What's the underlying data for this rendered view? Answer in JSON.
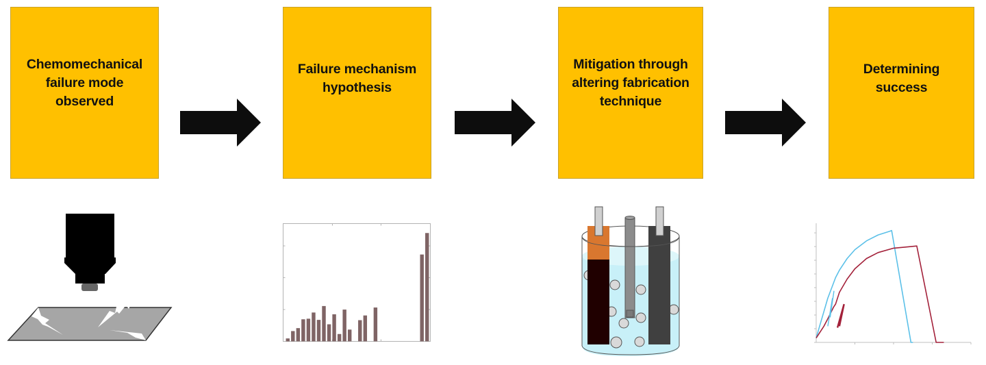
{
  "diagram": {
    "type": "process-flow",
    "steps": [
      {
        "label": "Chemomechanical\nfailure mode\nobserved",
        "illustration": "microscope-cracked-sample-icon"
      },
      {
        "label": "Failure mechanism\nhypothesis",
        "illustration": "bar-chart-icon"
      },
      {
        "label": "Mitigation through\naltering fabrication\ntechnique",
        "illustration": "electrochemical-cell-icon"
      },
      {
        "label": "Determining\nsuccess",
        "illustration": "stress-strain-curve-icon"
      }
    ],
    "connectors": [
      "right-arrow",
      "right-arrow",
      "right-arrow"
    ],
    "colors": {
      "box_fill": "#FFC000",
      "box_border": "#C9A227",
      "arrow": "#0D0D0D",
      "bar": "#7F6465",
      "curve_a": "#5BC0E8",
      "curve_b": "#A3213A",
      "electrolyte": "#C8F0F8",
      "copper": "#D9772F",
      "electrode_dark": "#200000",
      "electrode_graphite": "#404040"
    }
  },
  "chart_data": [
    {
      "type": "bar",
      "title": "",
      "xlabel": "",
      "ylabel": "",
      "x": [
        1,
        2,
        3,
        4,
        5,
        6,
        7,
        8,
        9,
        10,
        11,
        12,
        13,
        14,
        15,
        16,
        17,
        18,
        19,
        20,
        21,
        22,
        23,
        24,
        25,
        26,
        27,
        28
      ],
      "values": [
        1,
        3.5,
        4.5,
        7.5,
        7.7,
        9.8,
        7.3,
        12,
        5.8,
        9.2,
        2.5,
        10.8,
        4,
        0,
        7.2,
        8.8,
        0,
        11.5,
        0,
        0,
        0,
        0,
        0,
        0,
        0,
        0,
        29.5,
        36.8
      ],
      "ylim": [
        0,
        40
      ],
      "grid": false
    },
    {
      "type": "line",
      "title": "",
      "xlabel": "",
      "ylabel": "",
      "xlim": [
        0,
        4
      ],
      "ylim": [
        0,
        8
      ],
      "grid": false,
      "series": [
        {
          "name": "curve-a",
          "x": [
            0,
            0.1,
            0.2,
            0.3,
            0.4,
            0.5,
            0.6,
            0.8,
            1.0,
            1.3,
            1.6,
            1.9,
            1.95,
            2.45,
            2.5
          ],
          "y": [
            0.3,
            1.2,
            2.1,
            3.0,
            3.7,
            4.4,
            4.9,
            5.7,
            6.3,
            6.9,
            7.3,
            7.55,
            7.6,
            0,
            0
          ]
        },
        {
          "name": "curve-b",
          "x": [
            0,
            0.2,
            0.3,
            0.45,
            0.5,
            0.6,
            0.8,
            1.0,
            1.3,
            1.6,
            2.0,
            2.4,
            2.6,
            3.1,
            3.3
          ],
          "y": [
            0.3,
            1.1,
            1.6,
            2.4,
            2.6,
            3.4,
            4.3,
            5.0,
            5.7,
            6.1,
            6.4,
            6.5,
            6.55,
            0,
            0
          ]
        }
      ]
    }
  ]
}
